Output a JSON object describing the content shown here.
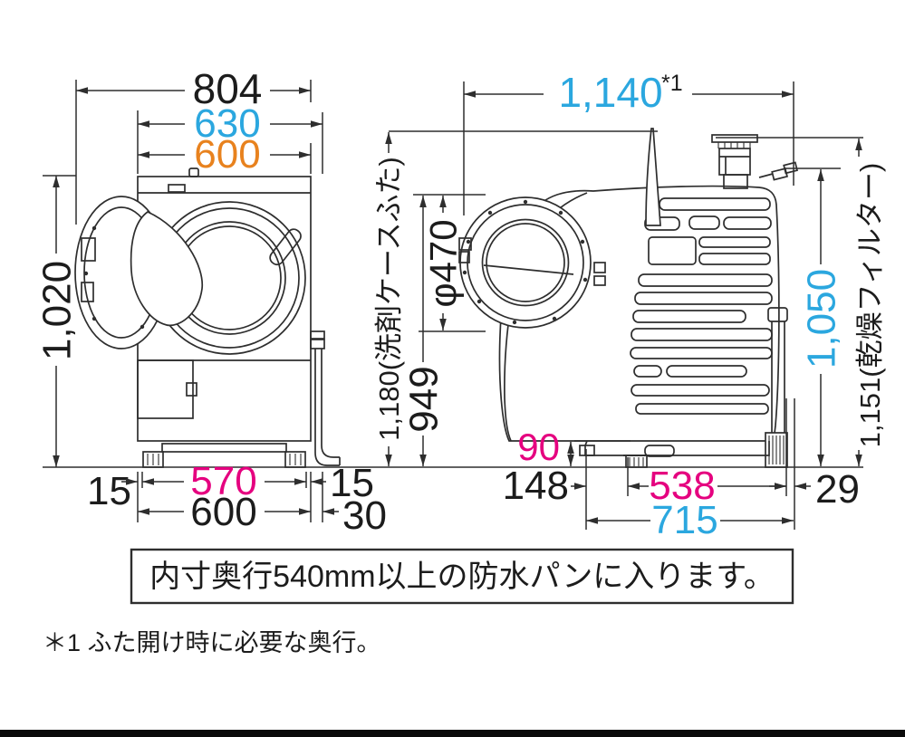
{
  "front": {
    "width_total": "804",
    "width_with_hose": "630",
    "width_body": "600",
    "height": "1,020",
    "bottom_left_gap": "15",
    "feet_span": "570",
    "bottom_width": "600",
    "bottom_right_gap": "15",
    "hose_gap": "30"
  },
  "side": {
    "depth_lid_open": "1,140",
    "depth_lid_open_ref": "*1",
    "door_diameter": "φ470",
    "height_detergent_lid": "1,180(洗剤ケースふた)",
    "height_door_top": "949",
    "height_water_inlet": "1,050",
    "height_dry_filter": "1,151(乾燥フィルター)",
    "base_height": "90",
    "front_foot_offset": "148",
    "feet_span": "538",
    "rear_gap": "29",
    "base_depth": "715"
  },
  "notes": {
    "pan_requirement": "内寸奥行540mm以上の防水パンに入ります。",
    "footnote": "＊1 ふた開け時に必要な奥行。"
  },
  "colors": {
    "accent_cyan": "#2BA7DF",
    "accent_orange": "#E8821E",
    "accent_magenta": "#E5007F",
    "ink": "#1c1c1c",
    "line": "#2e2e2e"
  }
}
